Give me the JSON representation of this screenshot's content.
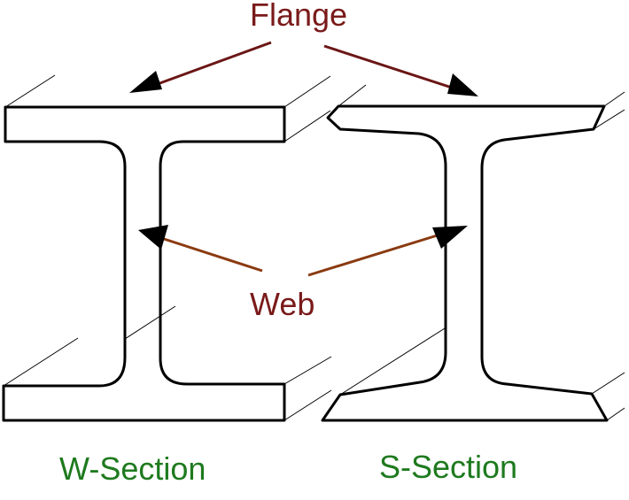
{
  "labels": {
    "flange": "Flange",
    "web": "Web",
    "w_section": "W-Section",
    "s_section": "S-Section"
  },
  "colors": {
    "flange_label": "#7a1a1a",
    "web_label": "#7a1a1a",
    "flange_arrow": "#6b1616",
    "web_arrow": "#8a3a10",
    "section_label": "#1e7a1e",
    "outline": "#000000"
  }
}
